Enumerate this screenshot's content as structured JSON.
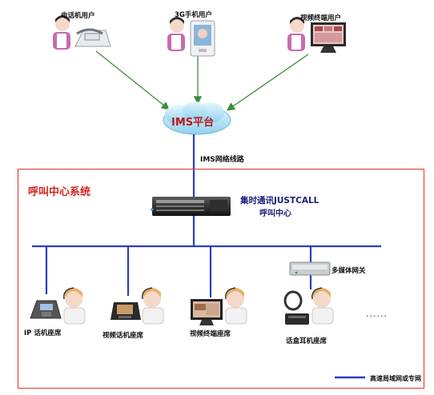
{
  "top_users": [
    {
      "label": "电话机用户"
    },
    {
      "label": "3G手机用户"
    },
    {
      "label": "视频终端用户"
    }
  ],
  "cloud": {
    "label": "IMS平台"
  },
  "link_label": "IMS网络线路",
  "system": {
    "title": "呼叫中心系统",
    "server_title": "集时通讯JUSTCALL",
    "server_subtitle": "呼叫中心"
  },
  "gateway": {
    "label": "多媒体网关"
  },
  "seats": [
    {
      "label": "IP 话机座席"
    },
    {
      "label": "视频话机座席"
    },
    {
      "label": "视频终端座席"
    },
    {
      "label": "话盒耳机座席"
    }
  ],
  "more": "......",
  "legend": {
    "label": "高速局域网或专网",
    "color": "#2b3fbf"
  },
  "colors": {
    "frame": "#e2322f",
    "arrow": "#3c8d3c",
    "bus": "#2b3fbf",
    "cloud_text": "#c0181c"
  }
}
